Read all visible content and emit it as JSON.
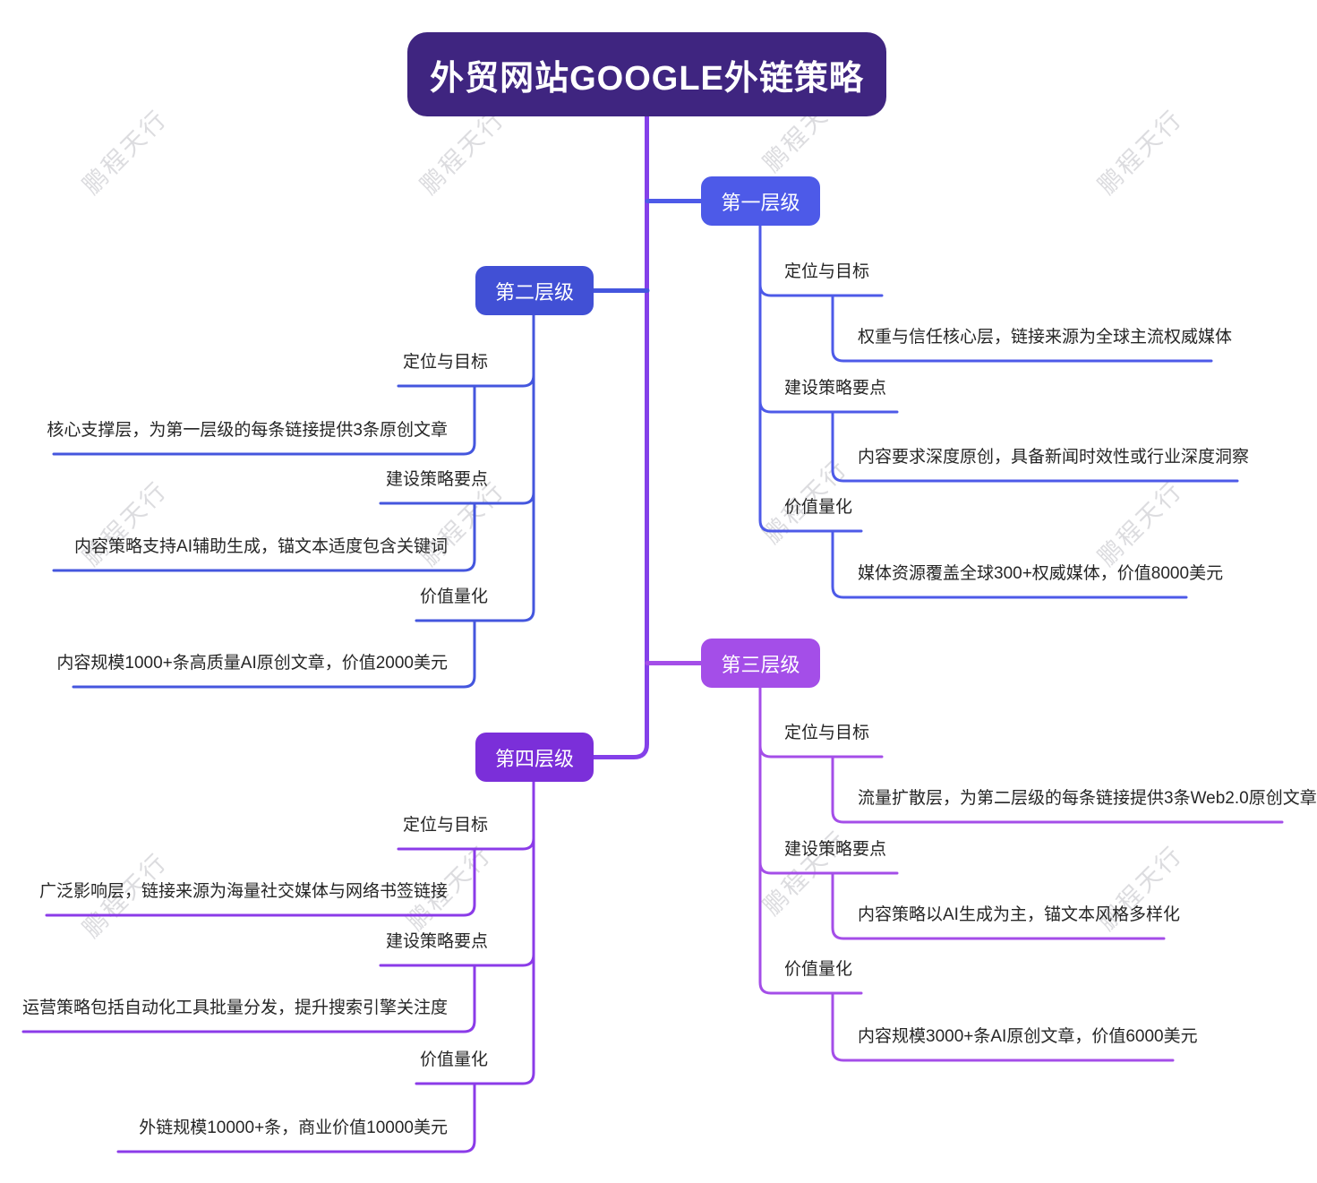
{
  "root": {
    "title": "外贸网站GOOGLE外链策略"
  },
  "watermark": {
    "text": "鹏程天行"
  },
  "colors": {
    "root_bg": "#3F2580",
    "trunk": "#8440E9",
    "level1": "#4D5AE8",
    "level2": "#4150D5",
    "level3": "#A44EE8",
    "level4": "#7B2FD9",
    "node_text": "#FFFFFF",
    "label_text": "#262626",
    "watermark_text": "#C7C7CC"
  },
  "branches": [
    {
      "label": "第一层级",
      "side": "right",
      "color": "#4D5AE8",
      "children": [
        {
          "label": "定位与目标",
          "detail": "权重与信任核心层，链接来源为全球主流权威媒体"
        },
        {
          "label": "建设策略要点",
          "detail": "内容要求深度原创，具备新闻时效性或行业深度洞察"
        },
        {
          "label": "价值量化",
          "detail": "媒体资源覆盖全球300+权威媒体，价值8000美元"
        }
      ]
    },
    {
      "label": "第二层级",
      "side": "left",
      "color": "#4150D5",
      "children": [
        {
          "label": "定位与目标",
          "detail": "核心支撑层，为第一层级的每条链接提供3条原创文章"
        },
        {
          "label": "建设策略要点",
          "detail": "内容策略支持AI辅助生成，锚文本适度包含关键词"
        },
        {
          "label": "价值量化",
          "detail": "内容规模1000+条高质量AI原创文章，价值2000美元"
        }
      ]
    },
    {
      "label": "第三层级",
      "side": "right",
      "color": "#A44EE8",
      "children": [
        {
          "label": "定位与目标",
          "detail": "流量扩散层，为第二层级的每条链接提供3条Web2.0原创文章"
        },
        {
          "label": "建设策略要点",
          "detail": "内容策略以AI生成为主，锚文本风格多样化"
        },
        {
          "label": "价值量化",
          "detail": "内容规模3000+条AI原创文章，价值6000美元"
        }
      ]
    },
    {
      "label": "第四层级",
      "side": "left",
      "color": "#7B2FD9",
      "children": [
        {
          "label": "定位与目标",
          "detail": "广泛影响层，链接来源为海量社交媒体与网络书签链接"
        },
        {
          "label": "建设策略要点",
          "detail": "运营策略包括自动化工具批量分发，提升搜索引擎关注度"
        },
        {
          "label": "价值量化",
          "detail": "外链规模10000+条，商业价值10000美元"
        }
      ]
    }
  ]
}
